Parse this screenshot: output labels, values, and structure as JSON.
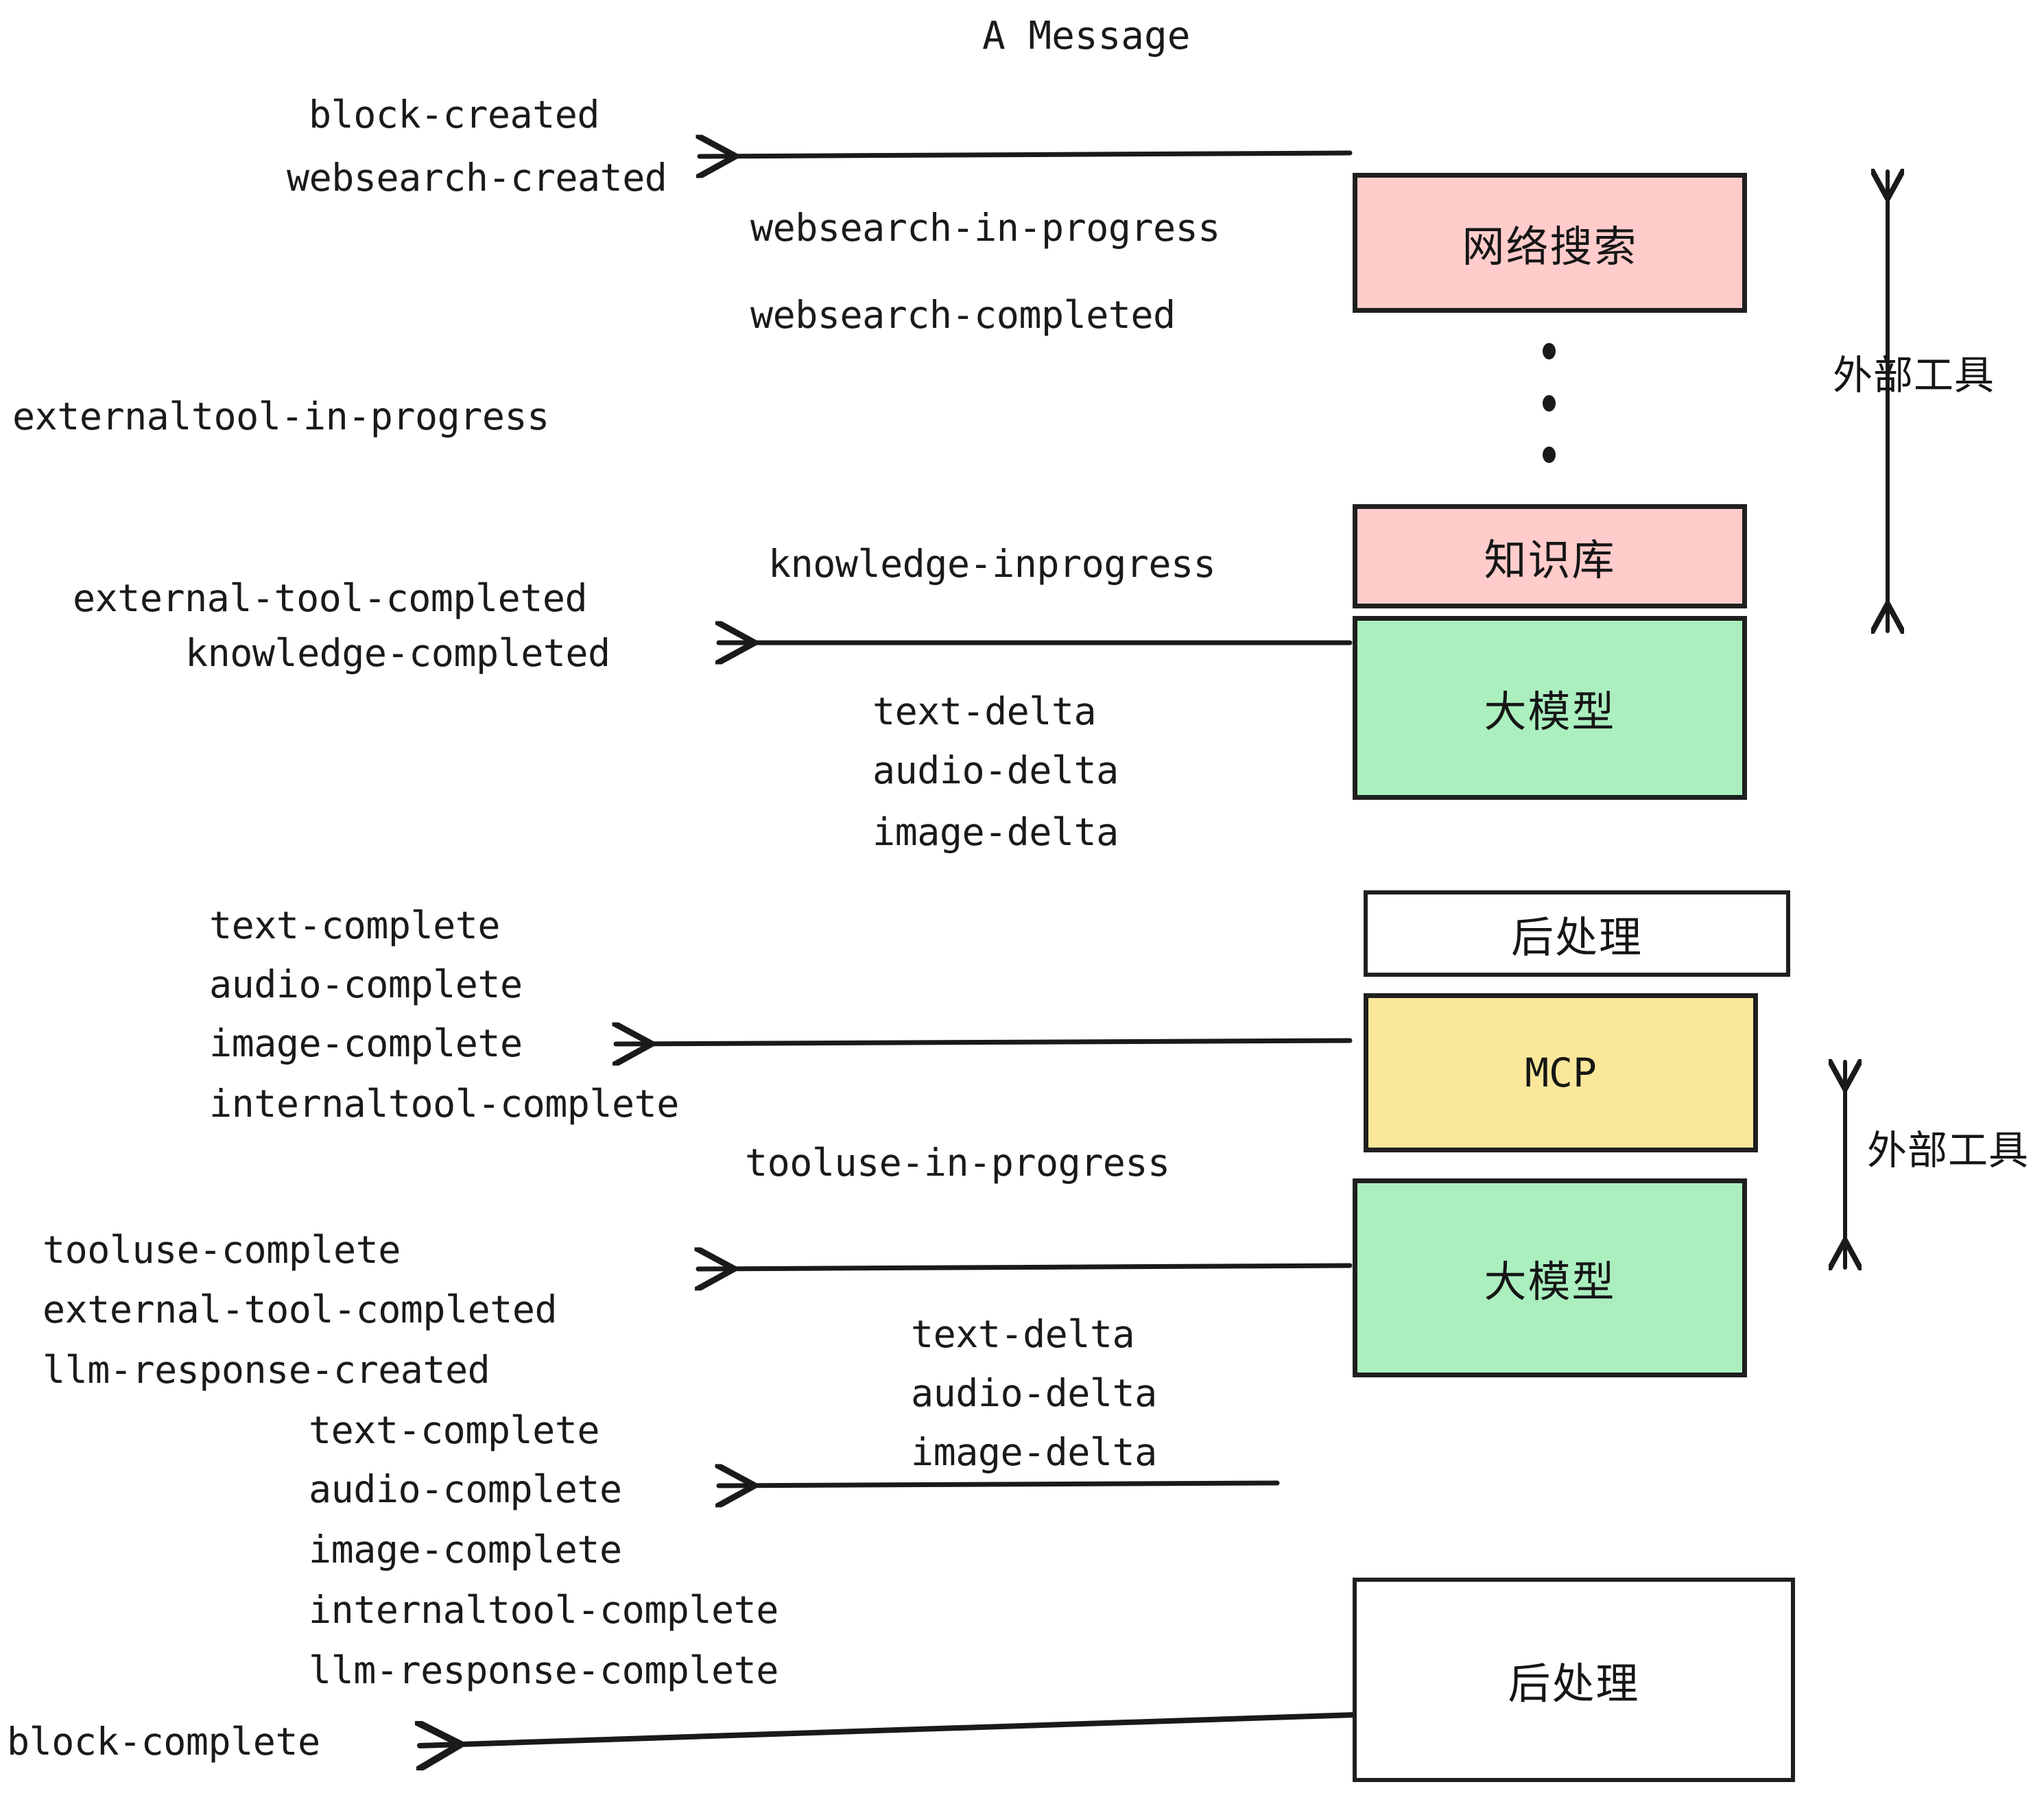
{
  "diagram": {
    "title": "A Message",
    "background": "#ffffff",
    "ink": "#1a1a1a",
    "colors": {
      "pink": "#ffcccb",
      "green": "#abefbf",
      "yellow": "#fae79a",
      "white": "#ffffff",
      "border": "#1f1f1f"
    }
  },
  "events": {
    "block_created": "block-created",
    "websearch_created": "websearch-created",
    "websearch_in_progress": "websearch-in-progress",
    "websearch_completed": "websearch-completed",
    "externaltool_in_progress": "externaltool-in-progress",
    "knowledge_inprogress": "knowledge-inprogress",
    "external_tool_completed_1": "external-tool-completed",
    "knowledge_completed": "knowledge-completed",
    "text_delta_1": "text-delta",
    "audio_delta_1": "audio-delta",
    "image_delta_1": "image-delta",
    "text_complete_1": "text-complete",
    "audio_complete_1": "audio-complete",
    "image_complete_1": "image-complete",
    "internaltool_complete_1": "internaltool-complete",
    "tooluse_in_progress": "tooluse-in-progress",
    "tooluse_complete": "tooluse-complete",
    "external_tool_completed_2": "external-tool-completed",
    "llm_response_created": "llm-response-created",
    "text_delta_2": "text-delta",
    "audio_delta_2": "audio-delta",
    "image_delta_2": "image-delta",
    "text_complete_2": "text-complete",
    "audio_complete_2": "audio-complete",
    "image_complete_2": "image-complete",
    "internaltool_complete_2": "internaltool-complete",
    "llm_response_complete": "llm-response-complete",
    "block_complete": "block-complete"
  },
  "nodes": {
    "websearch": "网络搜索",
    "knowledge_base": "知识库",
    "llm_1": "大模型",
    "postprocess_1": "后处理",
    "mcp": "MCP",
    "llm_2": "大模型",
    "postprocess_2": "后处理"
  },
  "brackets": {
    "external_tool_top": "外部工具",
    "external_tool_bottom": "外部工具"
  },
  "ellipsis": {
    "dots_count": 3,
    "meaning": "more external tools"
  }
}
